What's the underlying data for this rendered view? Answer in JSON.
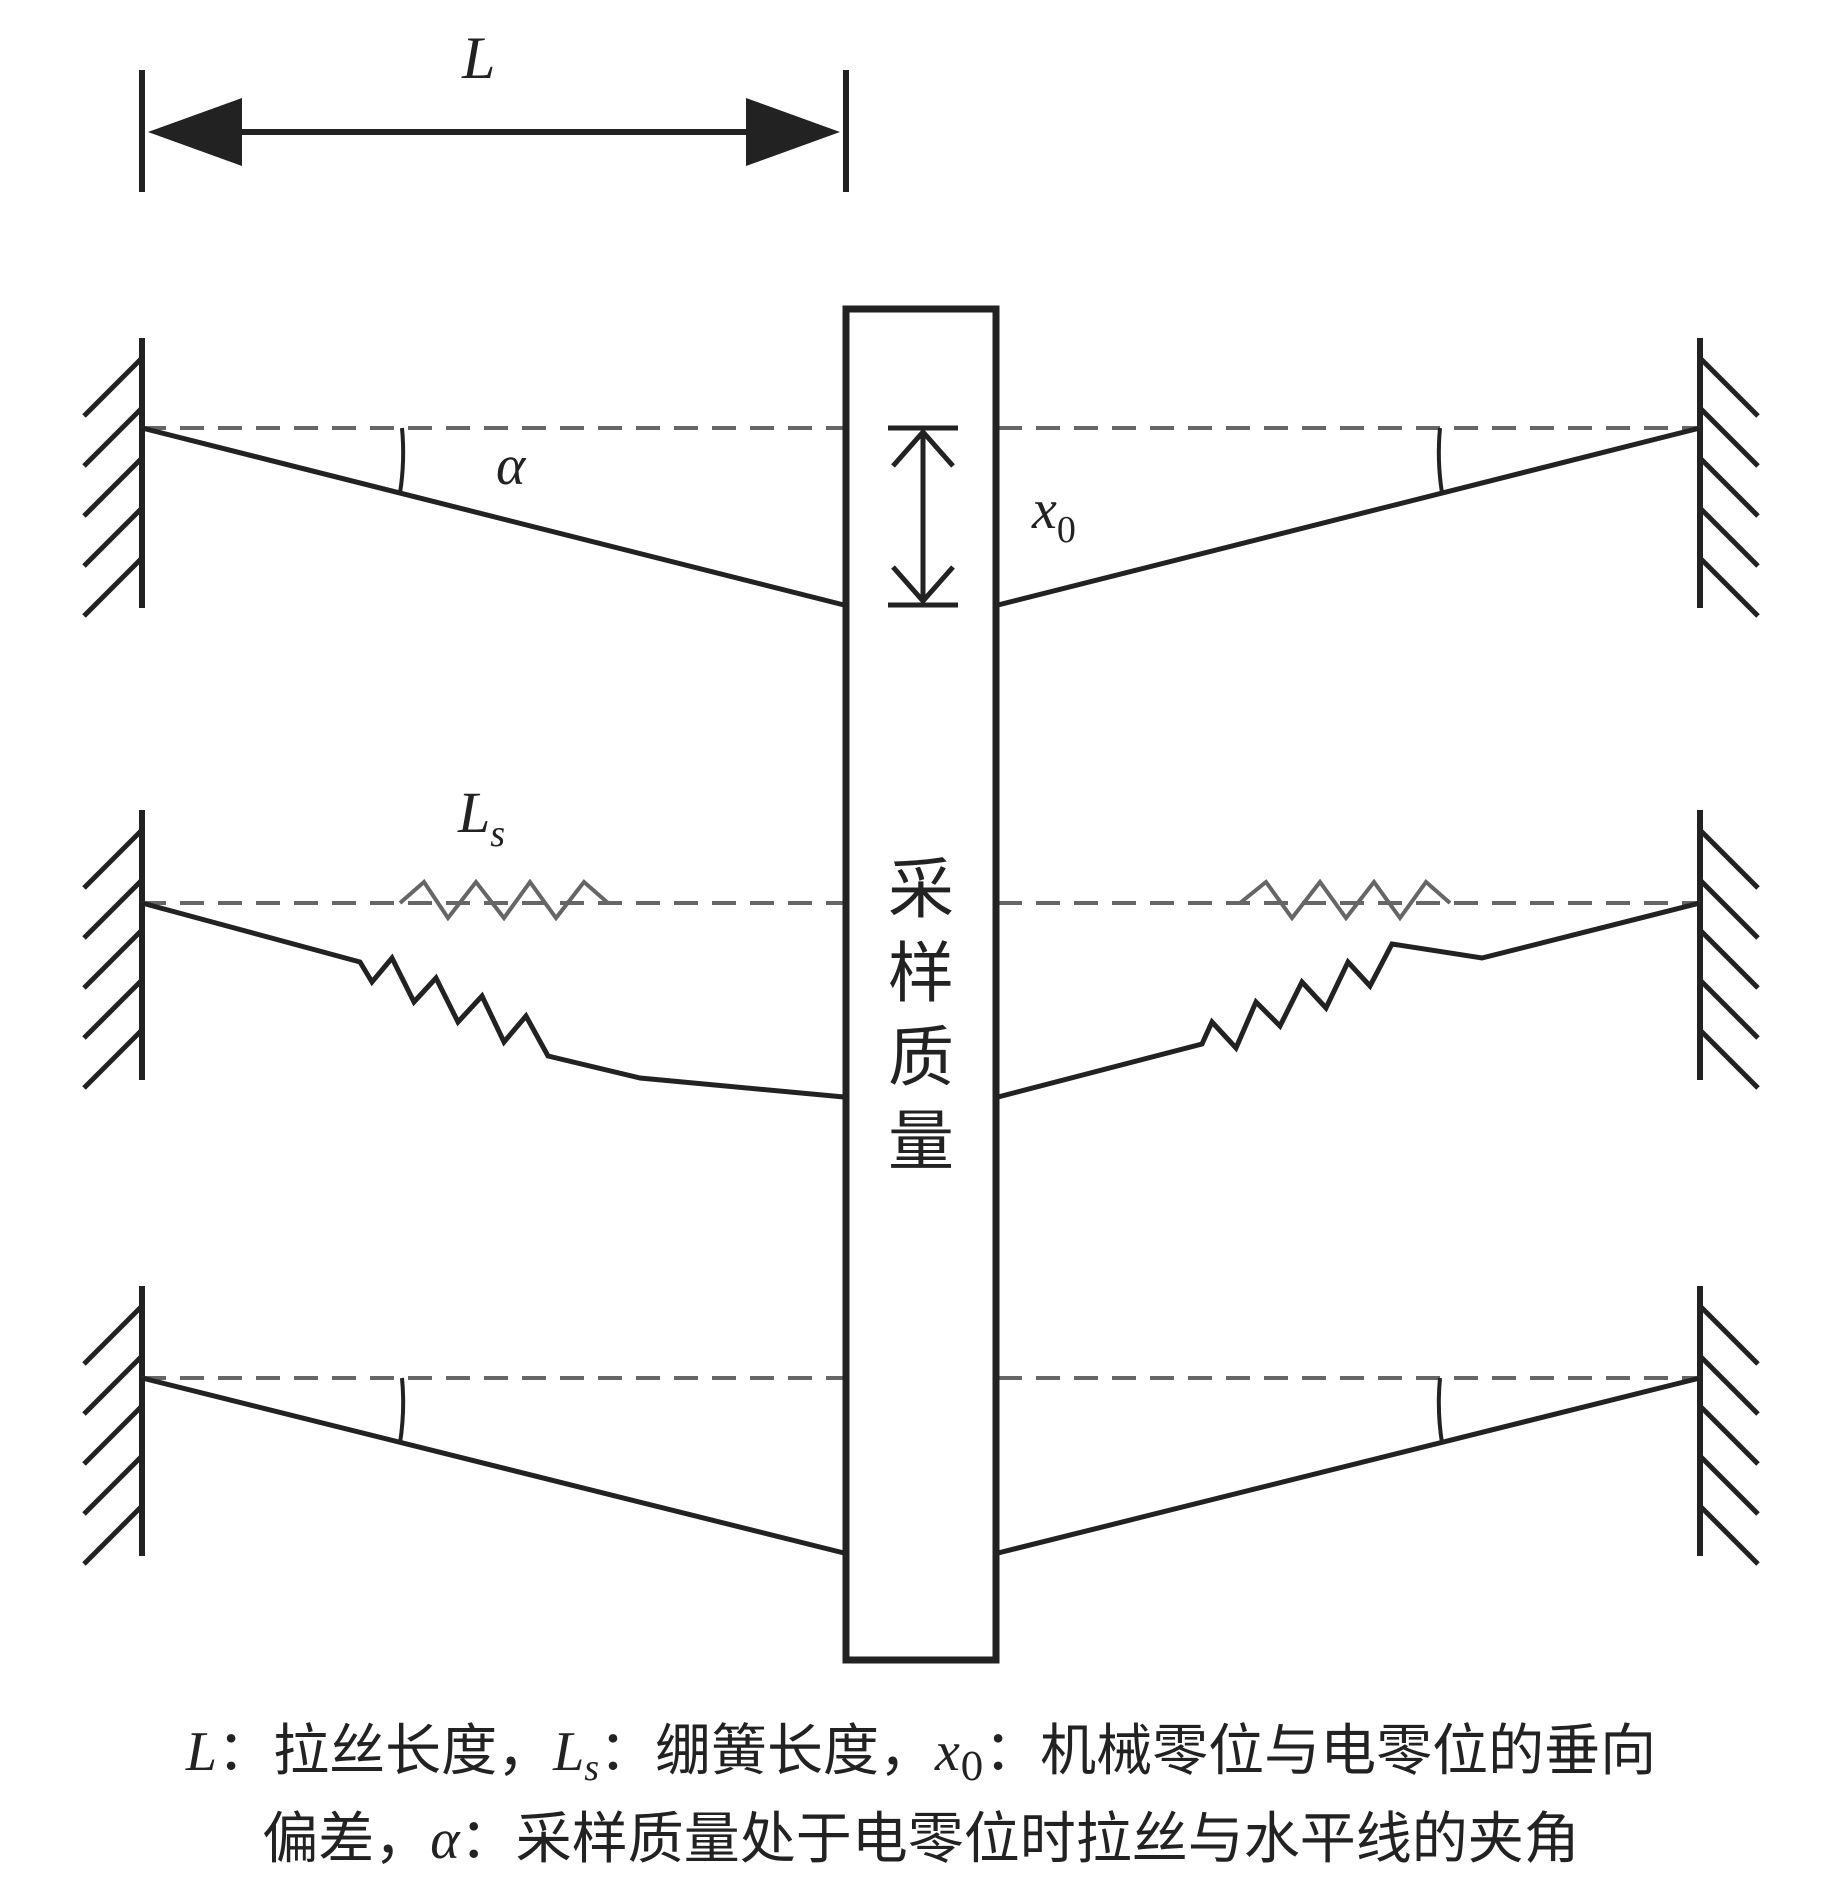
{
  "diagram": {
    "labels": {
      "L": "L",
      "Ls_main": "L",
      "Ls_sub": "s",
      "x0_main": "x",
      "x0_sub": "0",
      "alpha": "α"
    },
    "mass_chars": [
      "采",
      "样",
      "质",
      "量"
    ],
    "caption": {
      "line1": {
        "s1": "L",
        "t1": "：拉丝长度，",
        "s2": "L",
        "s2_sub": "s",
        "t2": "：绷簧长度，",
        "s3": "x",
        "s3_sub": "0",
        "t3": "：机械零位与电零位的垂向"
      },
      "line2": {
        "t1": "偏差，",
        "s1": "α",
        "t2": "：采样质量处于电零位时拉丝与水平线的夹角"
      }
    },
    "colors": {
      "line": "#222222",
      "dashed": "#666666"
    }
  }
}
